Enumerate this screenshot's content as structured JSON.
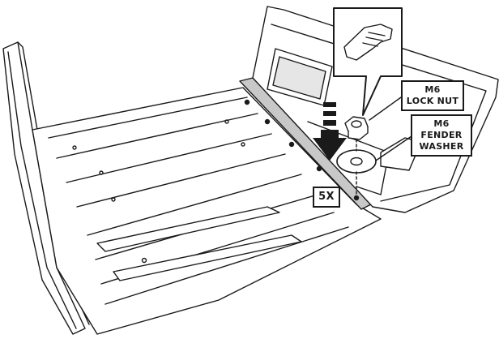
{
  "callouts": {
    "lock_nut": {
      "line1": "M6",
      "line2": "LOCK NUT"
    },
    "fender_washer": {
      "line1": "M6",
      "line2": "FENDER",
      "line3": "WASHER"
    },
    "quantity": "5X"
  },
  "colors": {
    "line": "#1a1a1a",
    "highlight": "#c8c8c8",
    "fill": "#ffffff",
    "shade": "#e6e6e6"
  },
  "icons": {
    "hand": "hand-tighten-icon",
    "arrow": "install-direction-arrow-icon"
  }
}
